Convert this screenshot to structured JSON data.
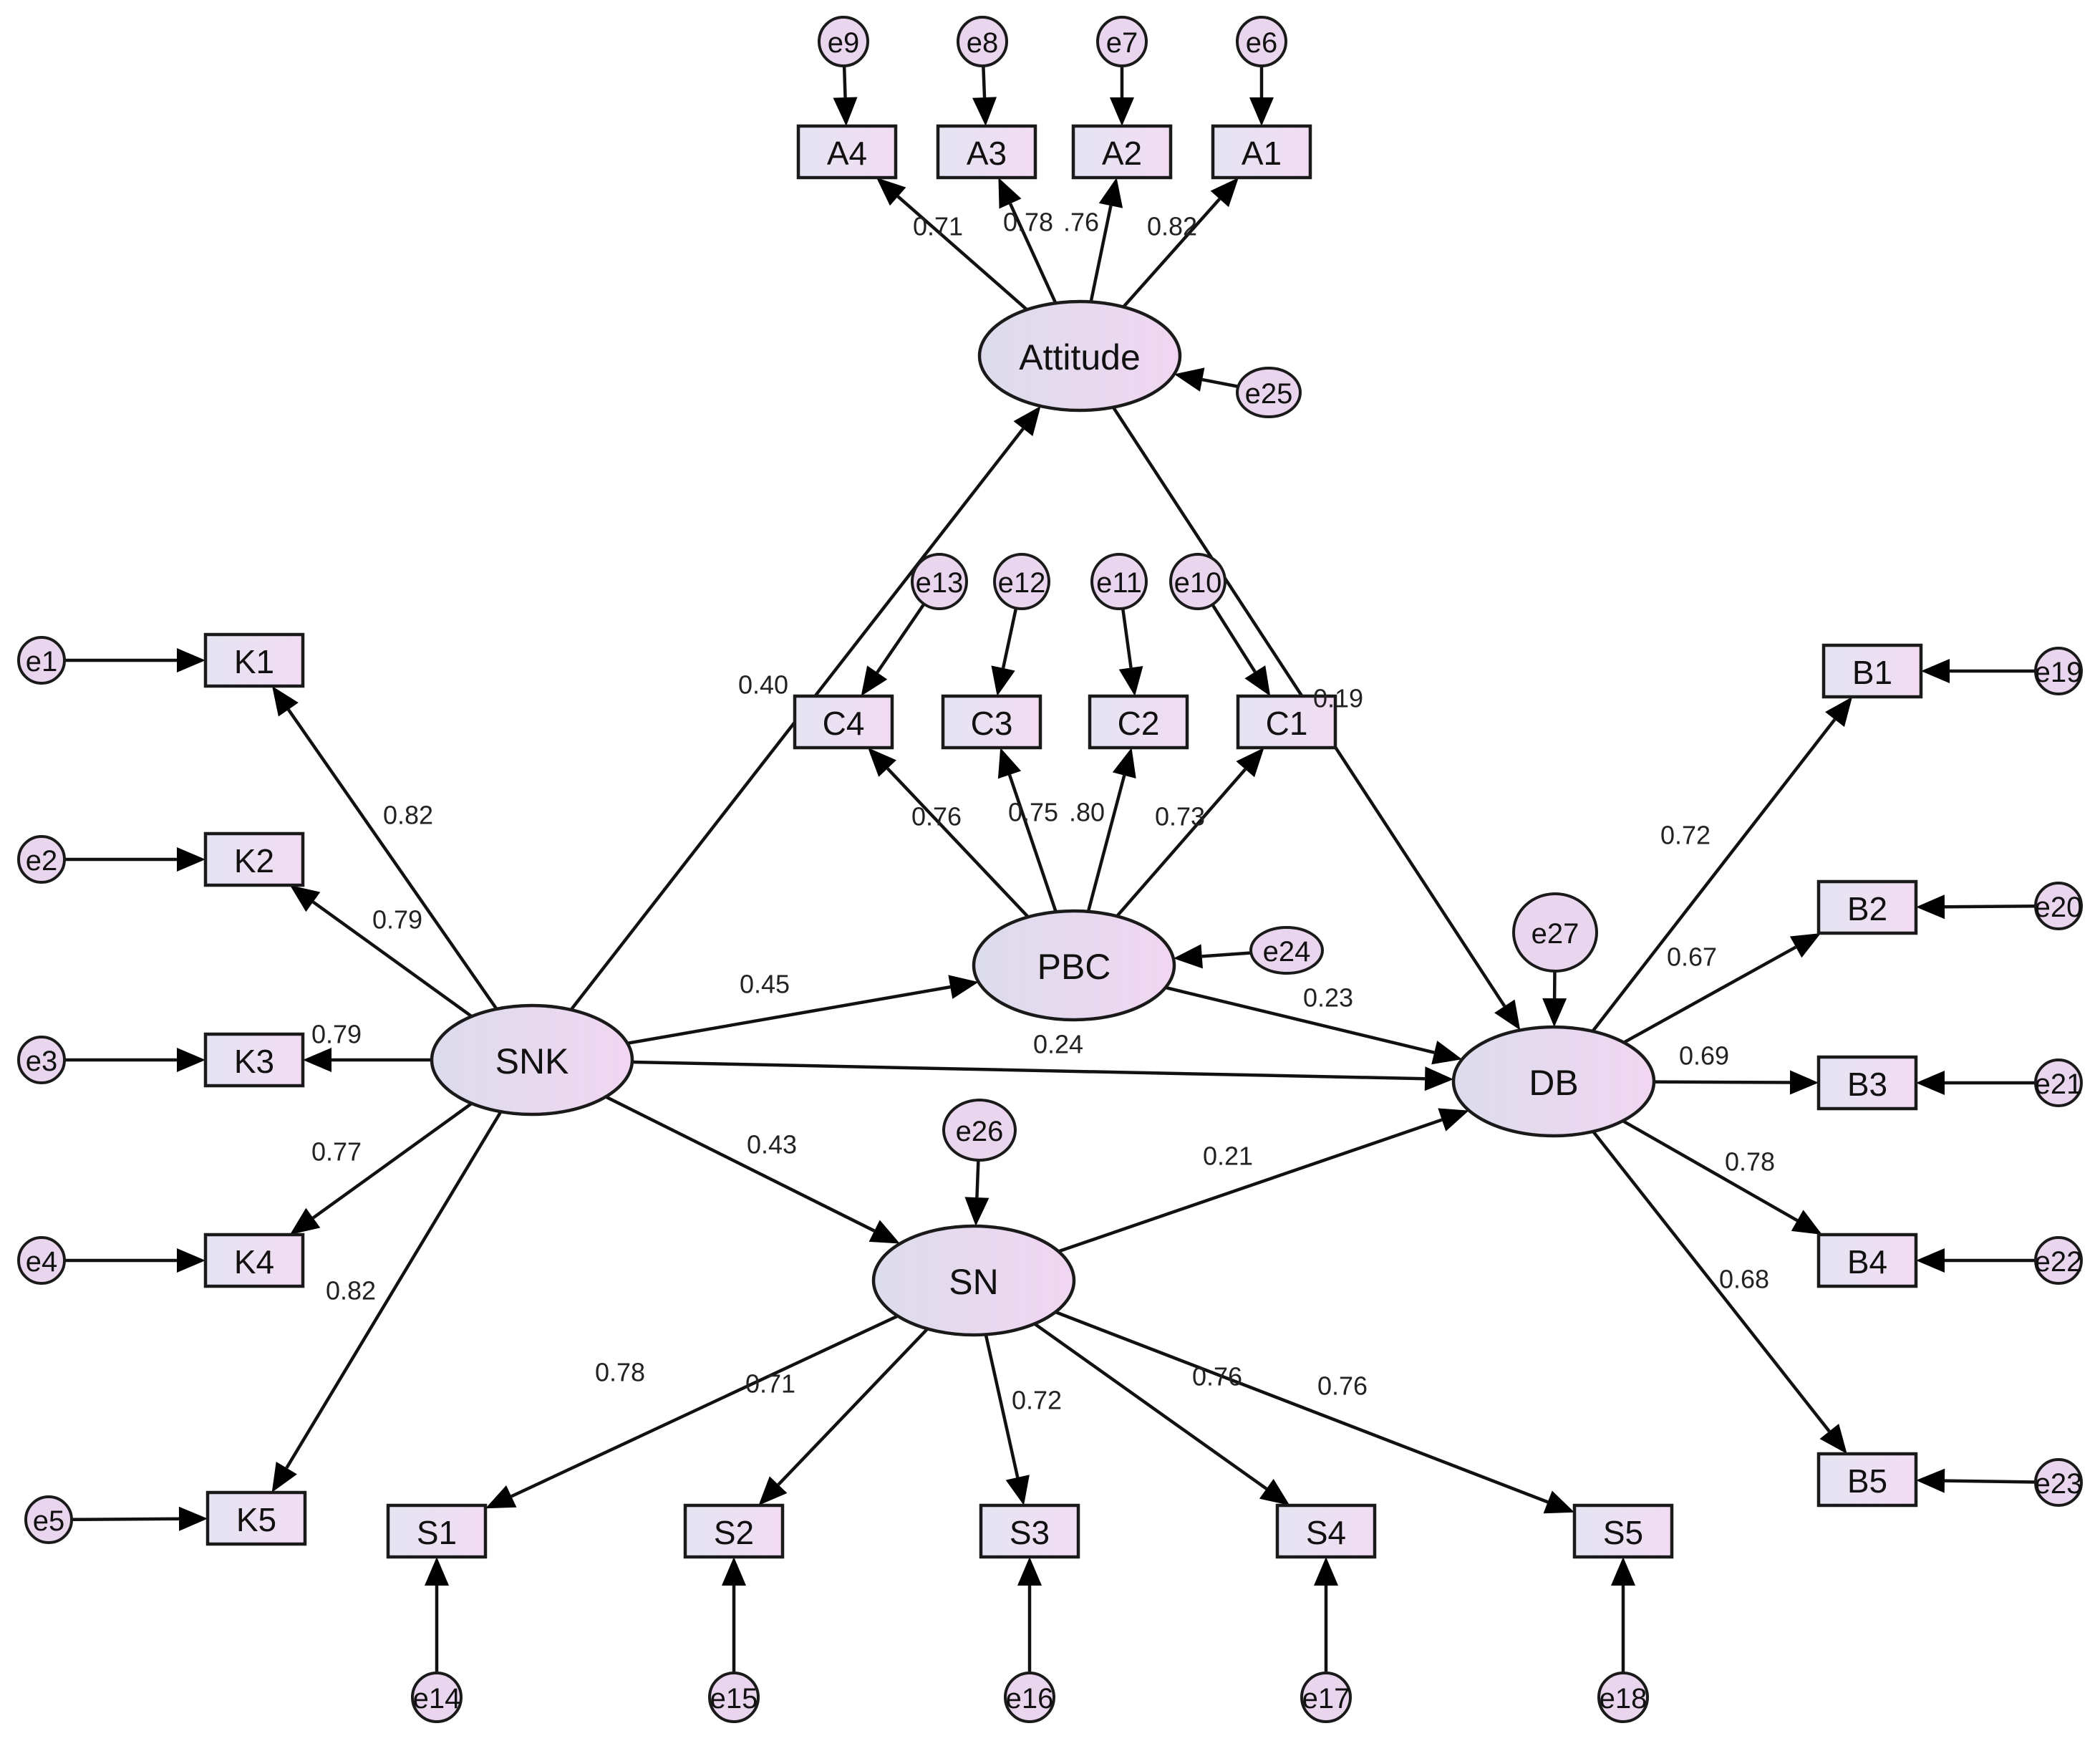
{
  "latents": {
    "attitude": "Attitude",
    "pbc": "PBC",
    "snk": "SNK",
    "sn": "SN",
    "db": "DB"
  },
  "indicators": {
    "a4": "A4",
    "a3": "A3",
    "a2": "A2",
    "a1": "A1",
    "c4": "C4",
    "c3": "C3",
    "c2": "C2",
    "c1": "C1",
    "k1": "K1",
    "k2": "K2",
    "k3": "K3",
    "k4": "K4",
    "k5": "K5",
    "s1": "S1",
    "s2": "S2",
    "s3": "S3",
    "s4": "S4",
    "s5": "S5",
    "b1": "B1",
    "b2": "B2",
    "b3": "B3",
    "b4": "B4",
    "b5": "B5"
  },
  "errors": {
    "e1": "e1",
    "e2": "e2",
    "e3": "e3",
    "e4": "e4",
    "e5": "e5",
    "e6": "e6",
    "e7": "e7",
    "e8": "e8",
    "e9": "e9",
    "e10": "e10",
    "e11": "e11",
    "e12": "e12",
    "e13": "e13",
    "e14": "e14",
    "e15": "e15",
    "e16": "e16",
    "e17": "e17",
    "e18": "e18",
    "e19": "e19",
    "e20": "e20",
    "e21": "e21",
    "e22": "e22",
    "e23": "e23",
    "e24": "e24",
    "e25": "e25",
    "e26": "e26",
    "e27": "e27"
  },
  "loadings": {
    "attitude_a4": "0.71",
    "attitude_a3": "0.78",
    "attitude_a2": ".76",
    "attitude_a1": "0.82",
    "pbc_c4": "0.76",
    "pbc_c3": "0.75",
    "pbc_c2": ".80",
    "pbc_c1": "0.73",
    "snk_k1": "0.82",
    "snk_k2": "0.79",
    "snk_k3": "0.79",
    "snk_k4": "0.77",
    "snk_k5": "0.82",
    "sn_s1": "0.78",
    "sn_s2": "0.71",
    "sn_s3": "0.72",
    "sn_s4": "0.76",
    "sn_s5": "0.76",
    "db_b1": "0.72",
    "db_b2": "0.67",
    "db_b3": "0.69",
    "db_b4": "0.78",
    "db_b5": "0.68"
  },
  "paths": {
    "snk_attitude": "0.40",
    "snk_pbc": "0.45",
    "snk_db": "0.24",
    "snk_sn": "0.43",
    "attitude_db": "0.19",
    "pbc_db": "0.23",
    "sn_db": "0.21"
  }
}
